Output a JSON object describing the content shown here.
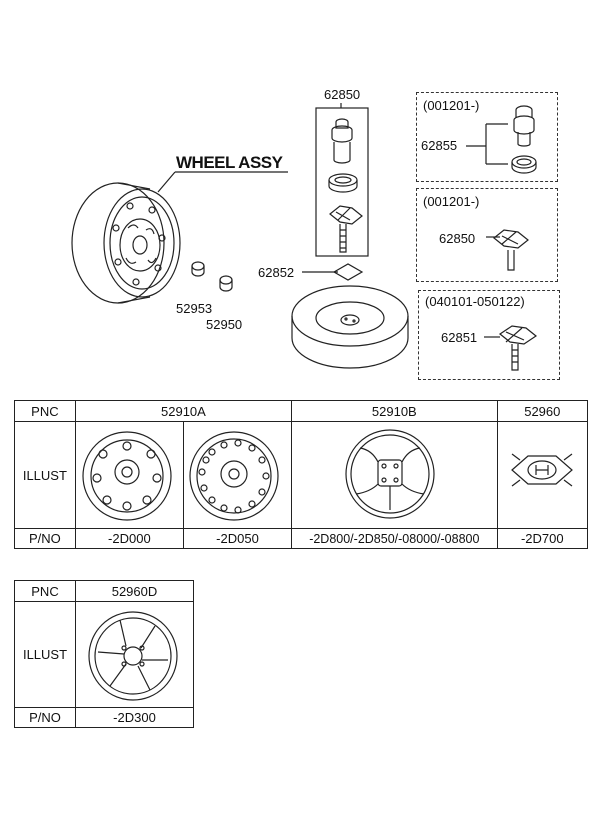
{
  "diagram": {
    "wheel_assy_title": "WHEEL ASSY",
    "labels": {
      "p62850_top": "62850",
      "p62852": "62852",
      "p52953": "52953",
      "p52950": "52950"
    },
    "boxes": [
      {
        "date": "(001201-)",
        "part": "62855"
      },
      {
        "date": "(001201-)",
        "part": "62850"
      },
      {
        "date": "(040101-050122)",
        "part": "62851"
      }
    ]
  },
  "table_main": {
    "row_headers": {
      "pnc": "PNC",
      "illust": "ILLUST",
      "pno": "P/NO"
    },
    "pnc": [
      "52910A",
      "52910B",
      "52960"
    ],
    "pno": [
      "-2D000",
      "-2D050",
      "-2D800/-2D850/-08000/-08800",
      "-2D700"
    ]
  },
  "table_small": {
    "row_headers": {
      "pnc": "PNC",
      "illust": "ILLUST",
      "pno": "P/NO"
    },
    "pnc": "52960D",
    "pno": "-2D300"
  },
  "colors": {
    "ink": "#111111",
    "line": "#222222"
  }
}
